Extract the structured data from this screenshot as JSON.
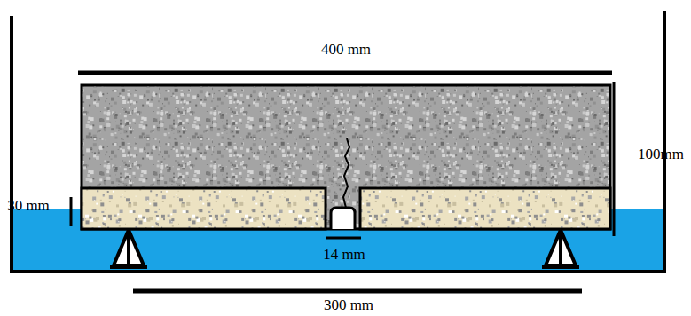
{
  "diagram": {
    "labels": [
      "400 mm",
      "100mm",
      "30 mm",
      "14 mm",
      "300 mm"
    ]
  }
}
